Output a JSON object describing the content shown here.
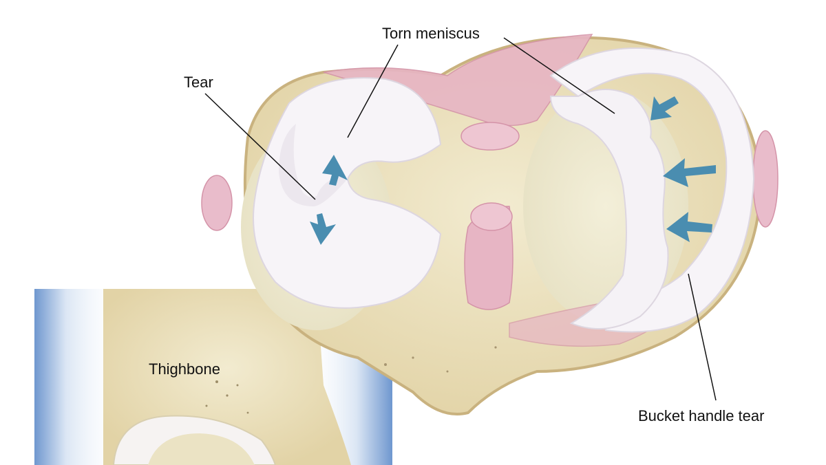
{
  "labels": {
    "torn_meniscus": "Torn meniscus",
    "tear": "Tear",
    "thighbone": "Thighbone",
    "bucket_handle_tear": "Bucket handle tear"
  },
  "colors": {
    "bone": "#ece3c3",
    "bone_edge": "#cdb98a",
    "cartilage": "#f7f4f8",
    "ligament": "#e7b5c4",
    "arrow": "#4a8db0",
    "shadow_blue": "#8fb1d9"
  }
}
